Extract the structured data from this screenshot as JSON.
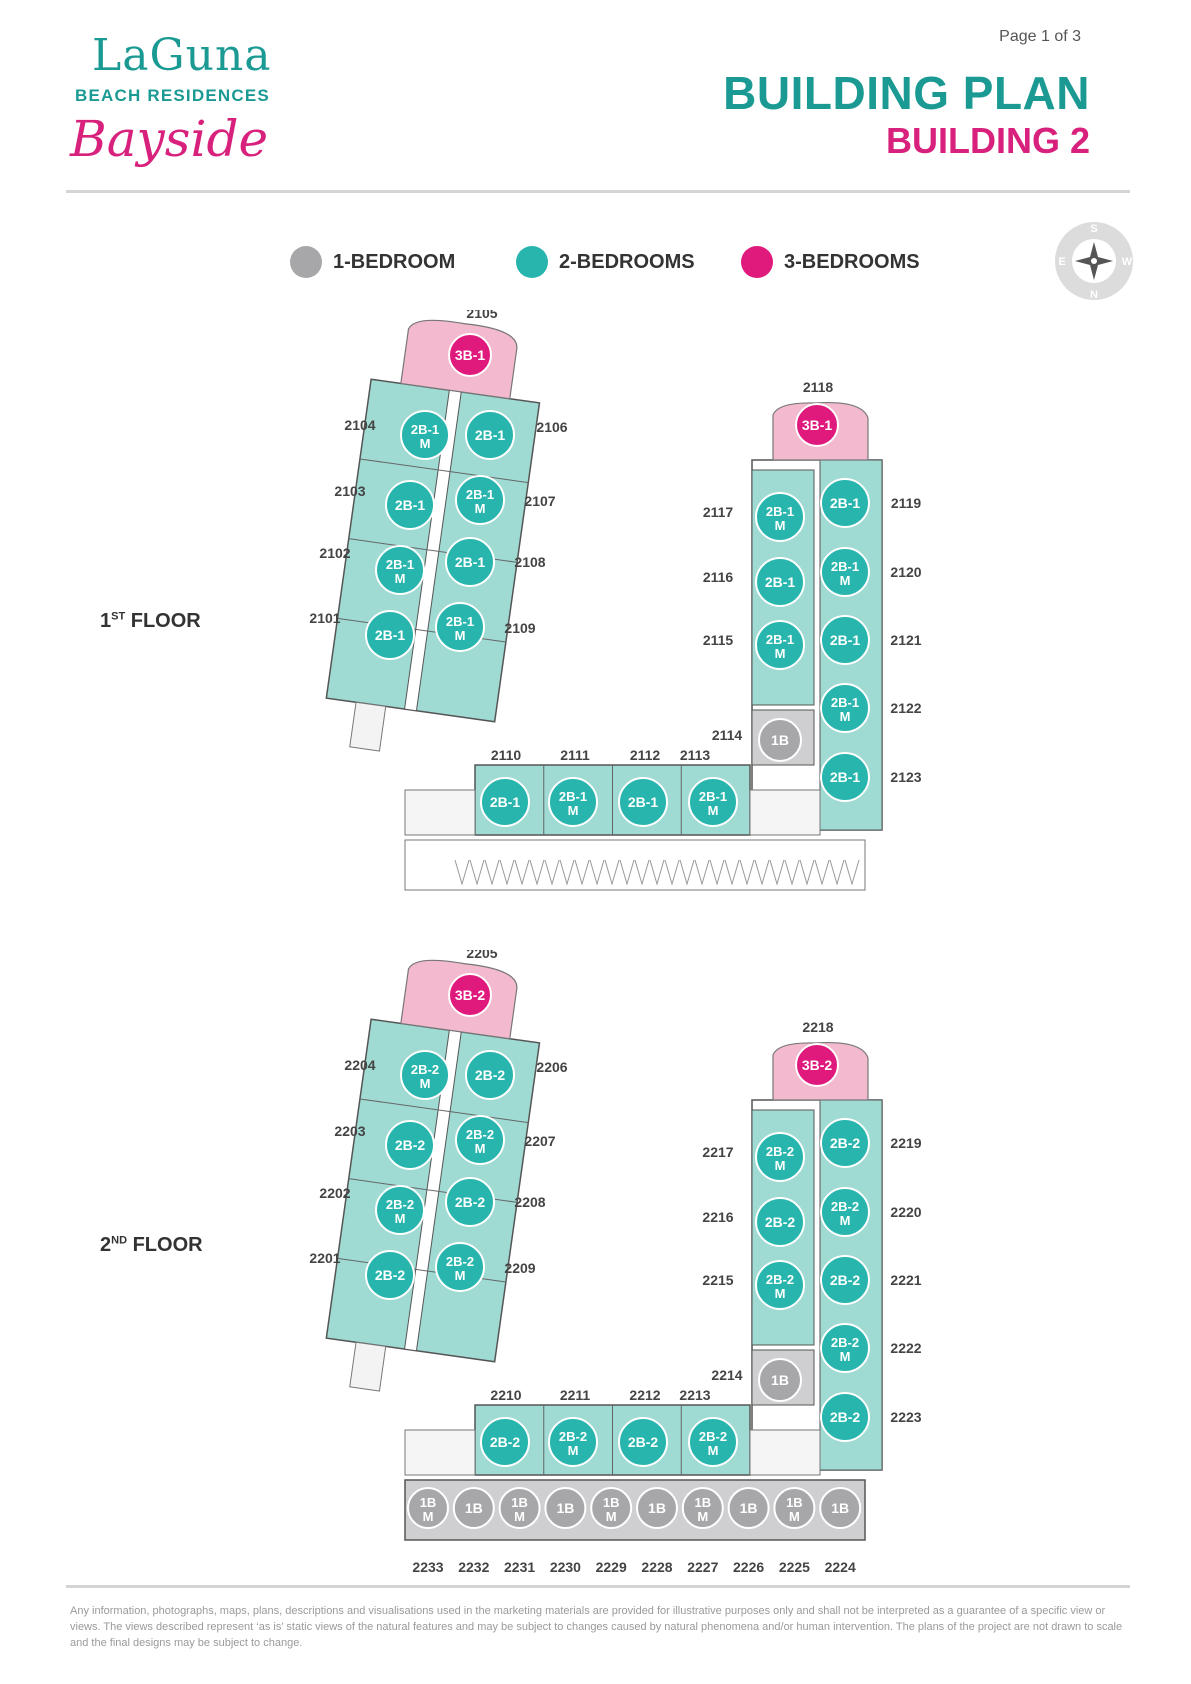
{
  "header": {
    "logo": {
      "brand": "LaGuna",
      "subtitle": "BEACH RESIDENCES",
      "script": "Bayside"
    },
    "page_indicator": "Page 1 of 3",
    "title": "BUILDING PLAN",
    "subtitle": "BUILDING 2"
  },
  "legend": [
    {
      "label": "1-BEDROOM",
      "color": "#a7a7a9"
    },
    {
      "label": "2-BEDROOMS",
      "color": "#27b5ad"
    },
    {
      "label": "3-BEDROOMS",
      "color": "#e0197d"
    }
  ],
  "compass": {
    "n": "S",
    "e": "W",
    "s": "N",
    "w": "E"
  },
  "floors": [
    {
      "label_base": "1",
      "label_sup": "ST",
      "label_word": "FLOOR",
      "units": {
        "2105": "3B-1",
        "2118": "3B-1",
        "2101": "2B-1",
        "2102": "2B-1 M",
        "2103": "2B-1",
        "2104": "2B-1 M",
        "2106": "2B-1",
        "2107": "2B-1 M",
        "2108": "2B-1",
        "2109": "2B-1 M",
        "2110": "2B-1",
        "2111": "2B-1 M",
        "2112": "2B-1",
        "2113": "2B-1 M",
        "2114": "1B",
        "2115": "2B-1 M",
        "2116": "2B-1",
        "2117": "2B-1 M",
        "2119": "2B-1",
        "2120": "2B-1 M",
        "2121": "2B-1",
        "2122": "2B-1 M",
        "2123": "2B-1"
      }
    },
    {
      "label_base": "2",
      "label_sup": "ND",
      "label_word": "FLOOR",
      "units": {
        "2205": "3B-2",
        "2218": "3B-2",
        "2201": "2B-2",
        "2202": "2B-2 M",
        "2203": "2B-2",
        "2204": "2B-2 M",
        "2206": "2B-2",
        "2207": "2B-2 M",
        "2208": "2B-2",
        "2209": "2B-2 M",
        "2210": "2B-2",
        "2211": "2B-2 M",
        "2212": "2B-2",
        "2213": "2B-2 M",
        "2214": "1B",
        "2215": "2B-2 M",
        "2216": "2B-2",
        "2217": "2B-2 M",
        "2219": "2B-2",
        "2220": "2B-2 M",
        "2221": "2B-2",
        "2222": "2B-2 M",
        "2223": "2B-2"
      },
      "bottom_row": [
        {
          "num": "2233",
          "type": "1B M"
        },
        {
          "num": "2232",
          "type": "1B"
        },
        {
          "num": "2231",
          "type": "1B M"
        },
        {
          "num": "2230",
          "type": "1B"
        },
        {
          "num": "2229",
          "type": "1B M"
        },
        {
          "num": "2228",
          "type": "1B"
        },
        {
          "num": "2227",
          "type": "1B M"
        },
        {
          "num": "2226",
          "type": "1B"
        },
        {
          "num": "2225",
          "type": "1B M"
        },
        {
          "num": "2224",
          "type": "1B"
        }
      ]
    }
  ],
  "disclaimer": "Any information, photographs, maps, plans, descriptions and visualisations used in the marketing materials are provided for illustrative purposes only and shall not be interpreted as a guarantee of a specific view or views. The views described represent ‘as is’ static views of the natural features and may be subject to changes caused by natural phenomena and/or human intervention. The plans of the project are not drawn to scale and the final designs may be subject to change."
}
